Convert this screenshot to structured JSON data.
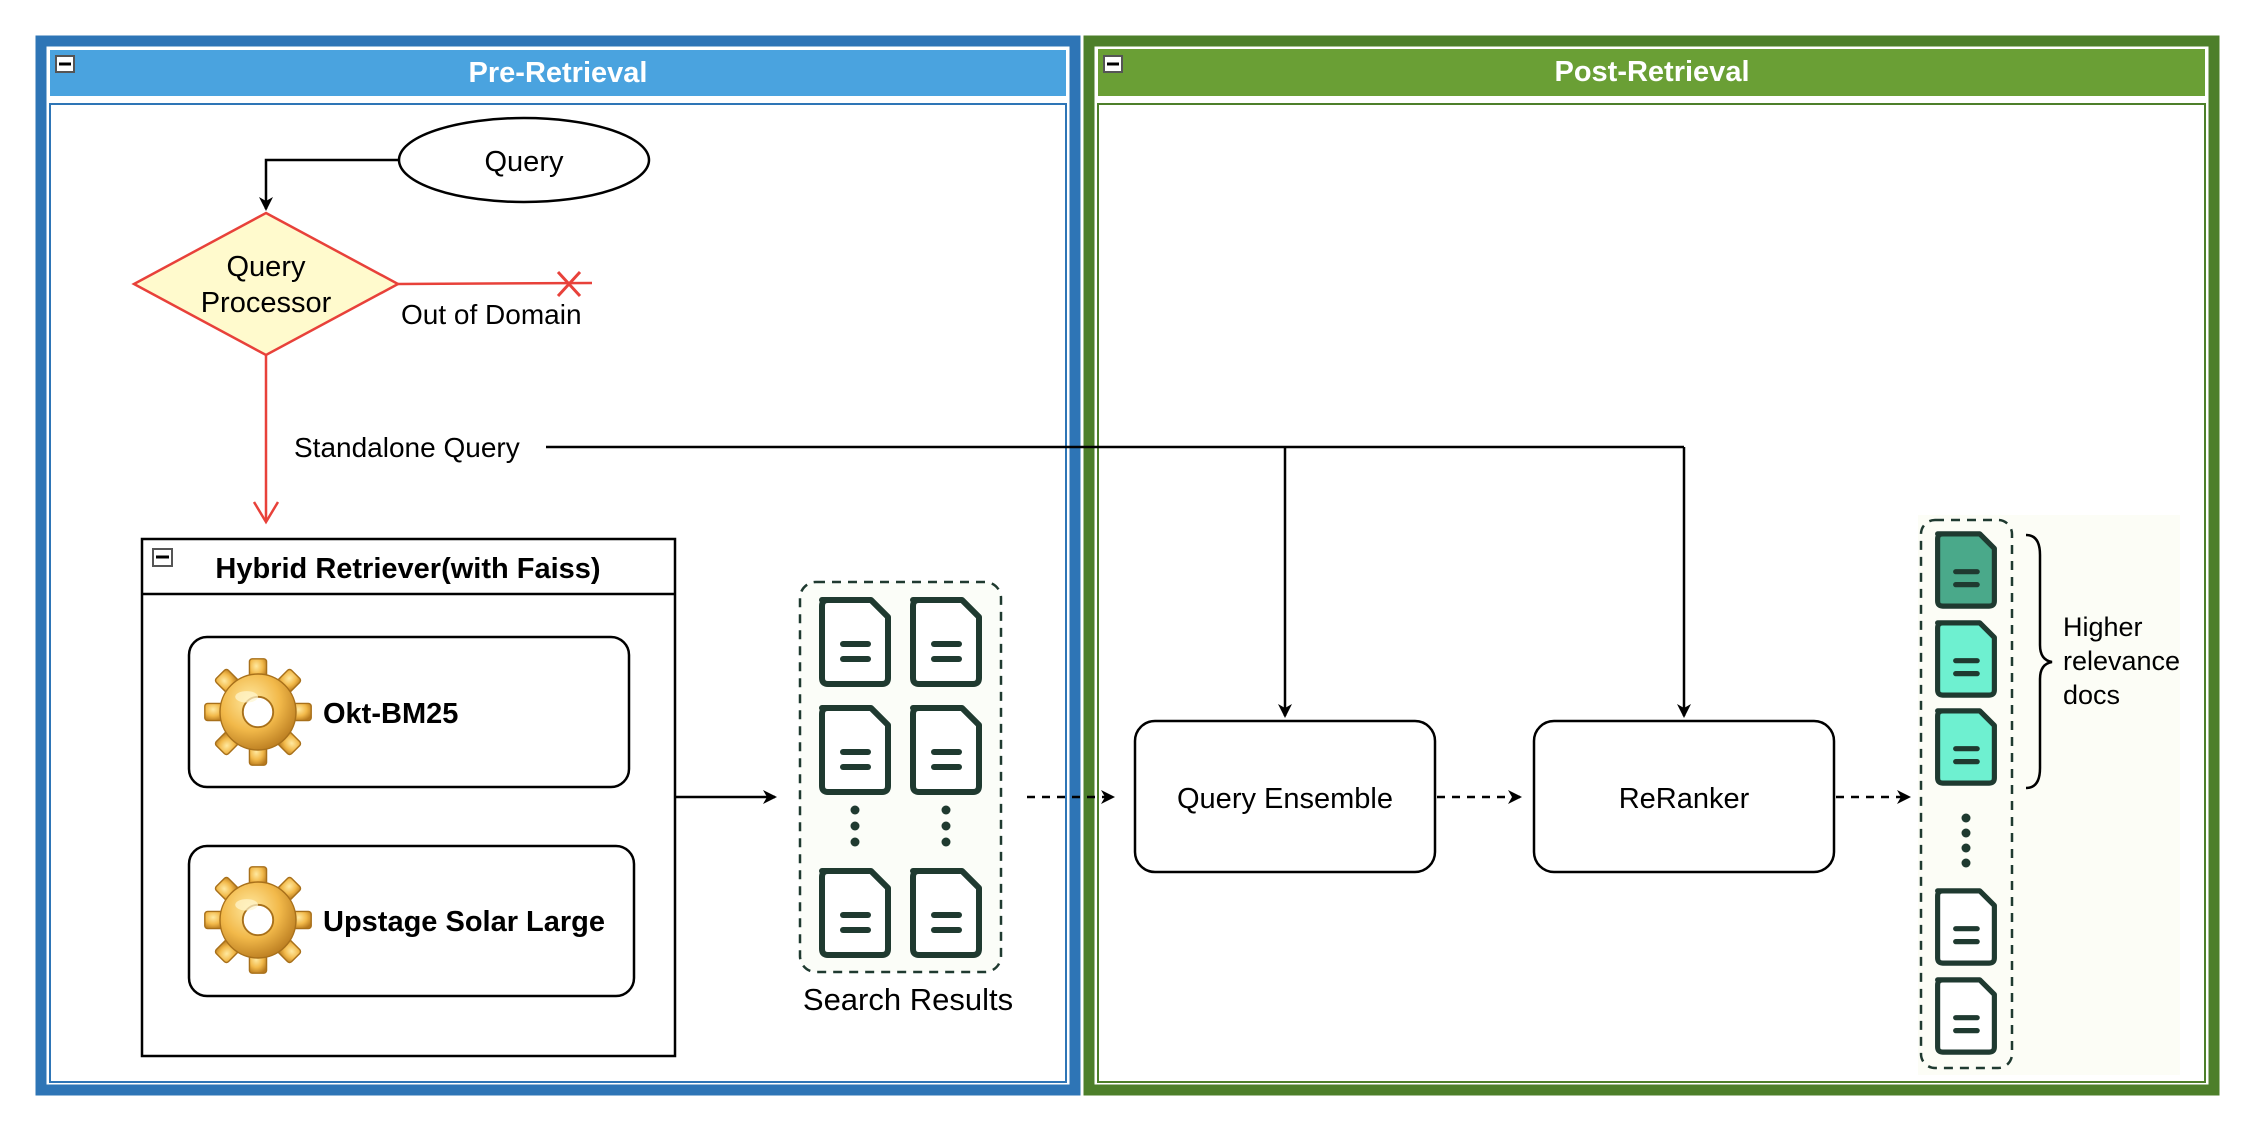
{
  "panels": {
    "pre_retrieval": {
      "title": "Pre-Retrieval",
      "color": "#4aa3df",
      "border": "#2e75b6"
    },
    "post_retrieval": {
      "title": "Post-Retrieval",
      "color": "#6a9f35",
      "border": "#4d7f2a"
    }
  },
  "nodes": {
    "query": "Query",
    "query_processor_line1": "Query",
    "query_processor_line2": "Processor",
    "hybrid_retriever": "Hybrid Retriever(with Faiss)",
    "okt_bm25": "Okt-BM25",
    "upstage_solar": "Upstage Solar Large",
    "search_results": "Search Results",
    "query_ensemble": "Query Ensemble",
    "reranker": "ReRanker",
    "higher_relevance_line1": "Higher",
    "higher_relevance_line2": "relevance",
    "higher_relevance_line3": "docs"
  },
  "edges": {
    "out_of_domain": "Out of Domain",
    "standalone_query": "Standalone Query"
  },
  "colors": {
    "decision_fill": "#fffacd",
    "decision_stroke": "#e8413a",
    "doc_stroke": "#1f3a30",
    "doc_top_fill": "#4aa98a",
    "doc_highlight_fill": "#6ef0d0"
  },
  "icons": [
    "collapse-icon",
    "gear-icon",
    "document-icon",
    "close-x-icon"
  ]
}
